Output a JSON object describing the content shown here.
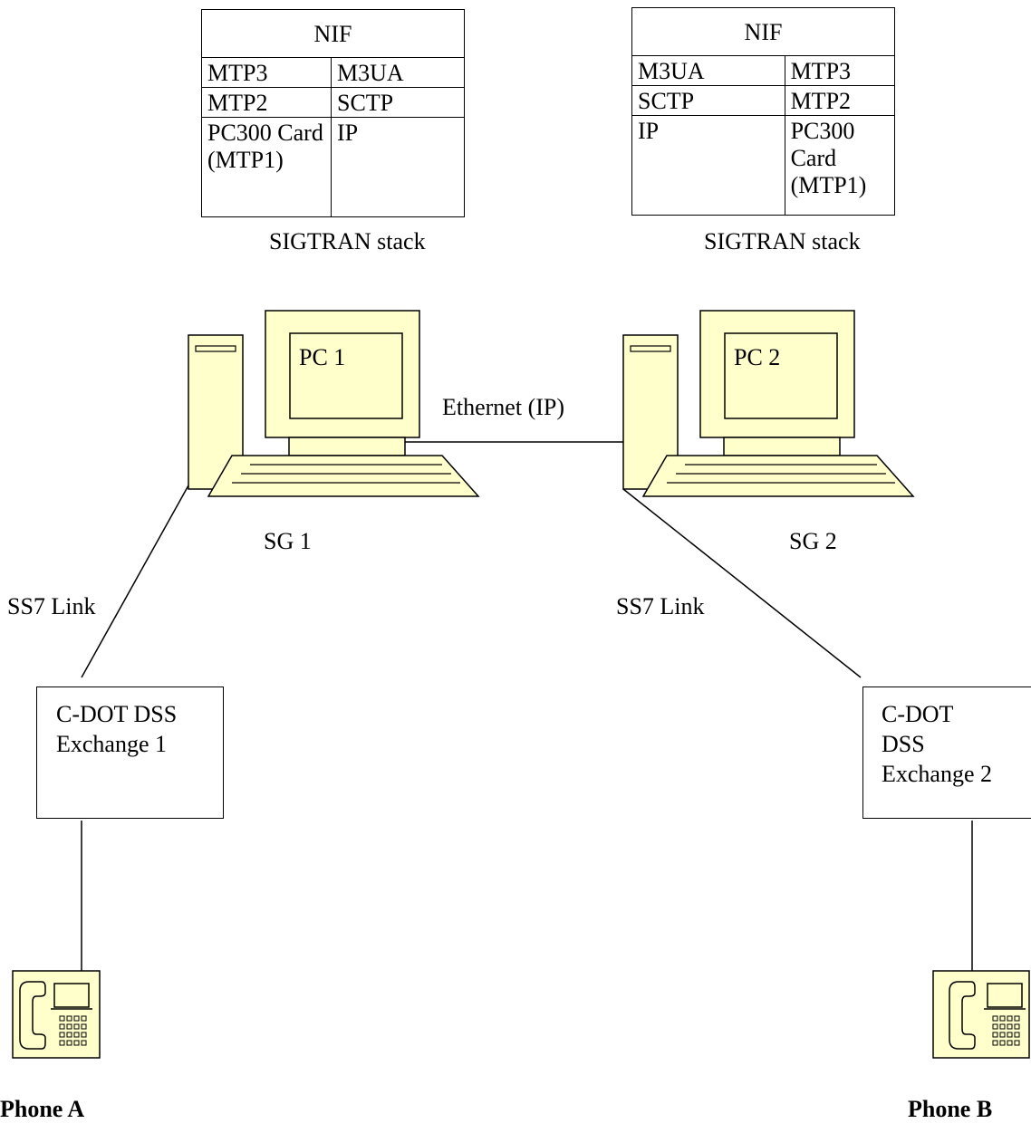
{
  "stack_left": {
    "header": "NIF",
    "rows": [
      [
        "MTP3",
        "M3UA"
      ],
      [
        "MTP2",
        "SCTP"
      ],
      [
        "PC300 Card (MTP1)",
        "IP"
      ]
    ],
    "caption": "SIGTRAN stack"
  },
  "stack_right": {
    "header": "NIF",
    "rows": [
      [
        "M3UA",
        "MTP3"
      ],
      [
        "SCTP",
        "MTP2"
      ],
      [
        "IP",
        "PC300 Card (MTP1)"
      ]
    ],
    "caption": "SIGTRAN stack"
  },
  "pc1": {
    "screen_label": "PC 1",
    "name": "SG 1"
  },
  "pc2": {
    "screen_label": "PC 2",
    "name": "SG 2"
  },
  "ethernet_label": "Ethernet (IP)",
  "link_left_label": "SS7 Link",
  "link_right_label": "SS7 Link",
  "exchange1": {
    "label": "C-DOT DSS\nExchange 1"
  },
  "exchange2": {
    "label": "C-DOT\nDSS\nExchange 2"
  },
  "phone_a": {
    "label": "Phone A"
  },
  "phone_b": {
    "label": "Phone B"
  },
  "colors": {
    "device_fill": "#FFFFCC",
    "line": "#000000"
  }
}
